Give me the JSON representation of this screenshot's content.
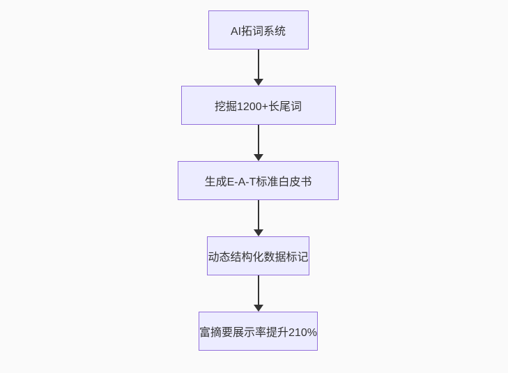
{
  "diagram": {
    "type": "flowchart",
    "direction": "top-down",
    "nodes": [
      {
        "label": "AI拓词系统"
      },
      {
        "label": "挖掘1200+长尾词"
      },
      {
        "label": "生成E-A-T标准白皮书"
      },
      {
        "label": "动态结构化数据标记"
      },
      {
        "label": "富摘要展示率提升210%"
      }
    ],
    "edges": [
      {
        "from": "AI拓词系统",
        "to": "挖掘1200+长尾词",
        "style": "arrow-down"
      },
      {
        "from": "挖掘1200+长尾词",
        "to": "生成E-A-T标准白皮书",
        "style": "arrow-down"
      },
      {
        "from": "生成E-A-T标准白皮书",
        "to": "动态结构化数据标记",
        "style": "arrow-down"
      },
      {
        "from": "动态结构化数据标记",
        "to": "富摘要展示率提升210%",
        "style": "arrow-down"
      }
    ],
    "colors": {
      "node_fill": "#ECECFF",
      "node_border": "#9370DB",
      "edge": "#333333",
      "text": "#333333",
      "background": "#FAFAFA"
    }
  }
}
